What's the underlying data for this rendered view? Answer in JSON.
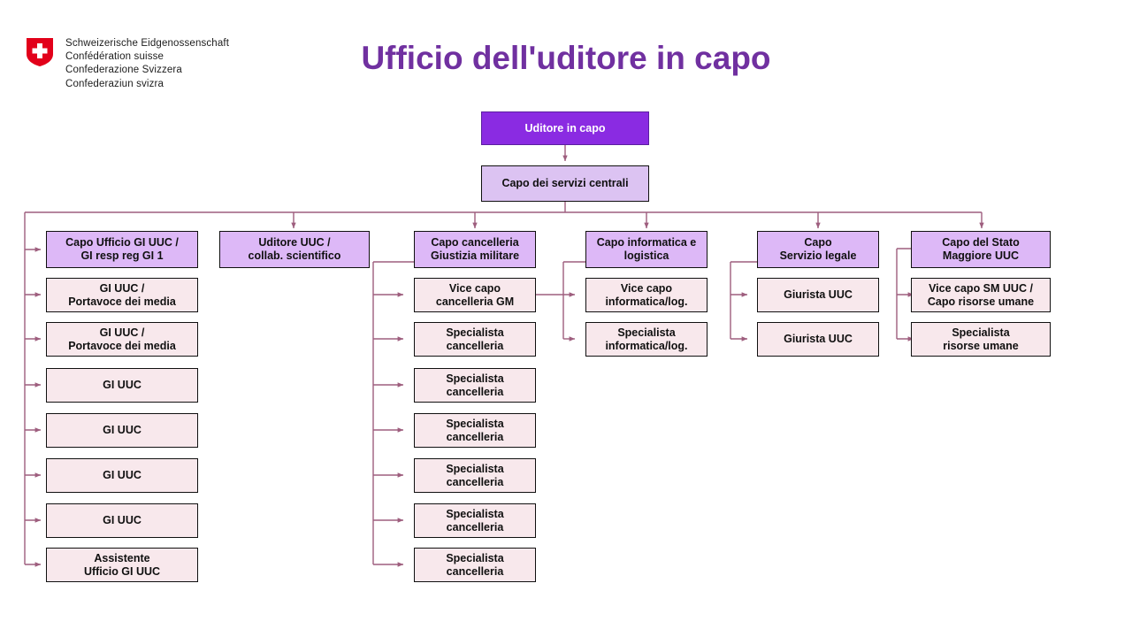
{
  "logo": {
    "icon": "swiss-cross-shield-icon",
    "shield_color": "#E2001A",
    "lines": [
      "Schweizerische Eidgenossenschaft",
      "Confédération suisse",
      "Confederazione Svizzera",
      "Confederaziun svizra"
    ]
  },
  "header": {
    "title": "Ufficio dell'uditore in capo",
    "title_color": "#7030A0"
  },
  "colors": {
    "root_fill": "#8A2BE2",
    "root_text": "#FFFFFF",
    "level2_fill": "#DCC3F2",
    "head_fill": "#DDB8F7",
    "leaf_fill": "#F8E8EC",
    "box_border": "#101010",
    "connector": "#9E5E7E"
  },
  "chart_data": {
    "type": "org-chart",
    "title": "Ufficio dell'uditore in capo",
    "root": "Uditore in capo",
    "nodes": {
      "root": {
        "label": "Uditore in capo",
        "level": 0
      },
      "central": {
        "label": "Capo dei servizi centrali",
        "level": 1
      }
    },
    "columns": [
      {
        "id": "col-gi-uuc",
        "head": "Capo Ufficio GI UUC /\nGI resp reg GI 1",
        "children": [
          "GI UUC /\nPortavoce dei media",
          "GI UUC /\nPortavoce dei media",
          "GI UUC",
          "GI UUC",
          "GI UUC",
          "GI UUC",
          "Assistente\nUfficio GI UUC"
        ]
      },
      {
        "id": "col-uditore-uuc",
        "head": "Uditore UUC /\ncollab. scientifico",
        "children": []
      },
      {
        "id": "col-cancelleria",
        "head": "Capo cancelleria\nGiustizia militare",
        "children": [
          "Vice capo\ncancelleria GM",
          "Specialista\ncancelleria",
          "Specialista\ncancelleria",
          "Specialista\ncancelleria",
          "Specialista\ncancelleria",
          "Specialista\ncancelleria",
          "Specialista\ncancelleria"
        ]
      },
      {
        "id": "col-informatica",
        "head": "Capo informatica e\nlogistica",
        "children": [
          "Vice capo\ninformatica/log.",
          "Specialista\ninformatica/log."
        ]
      },
      {
        "id": "col-servizio-legale",
        "head": "Capo\nServizio legale",
        "children": [
          "Giurista UUC",
          "Giurista UUC"
        ]
      },
      {
        "id": "col-stato-maggiore",
        "head": "Capo del Stato\nMaggiore UUC",
        "children": [
          "Vice capo SM UUC /\nCapo risorse umane",
          "Specialista\nrisorse umane"
        ]
      }
    ]
  },
  "boxes": {
    "root": "Uditore in capo",
    "central": "Capo dei servizi centrali",
    "head_gi": "Capo Ufficio GI UUC /\nGI resp reg GI 1",
    "gi_1": "GI UUC /\nPortavoce dei media",
    "gi_2": "GI UUC /\nPortavoce dei media",
    "gi_3": "GI UUC",
    "gi_4": "GI UUC",
    "gi_5": "GI UUC",
    "gi_6": "GI UUC",
    "gi_7": "Assistente\nUfficio GI UUC",
    "head_uditore": "Uditore UUC /\ncollab. scientifico",
    "head_canc": "Capo cancelleria\nGiustizia militare",
    "canc_1": "Vice capo\ncancelleria GM",
    "canc_2": "Specialista\ncancelleria",
    "canc_3": "Specialista\ncancelleria",
    "canc_4": "Specialista\ncancelleria",
    "canc_5": "Specialista\ncancelleria",
    "canc_6": "Specialista\ncancelleria",
    "canc_7": "Specialista\ncancelleria",
    "head_info": "Capo informatica e\nlogistica",
    "info_1": "Vice capo\ninformatica/log.",
    "info_2": "Specialista\ninformatica/log.",
    "head_legale": "Capo\nServizio legale",
    "legale_1": "Giurista UUC",
    "legale_2": "Giurista UUC",
    "head_sm": "Capo del Stato\nMaggiore UUC",
    "sm_1": "Vice capo SM UUC /\nCapo risorse umane",
    "sm_2": "Specialista\nrisorse umane"
  }
}
